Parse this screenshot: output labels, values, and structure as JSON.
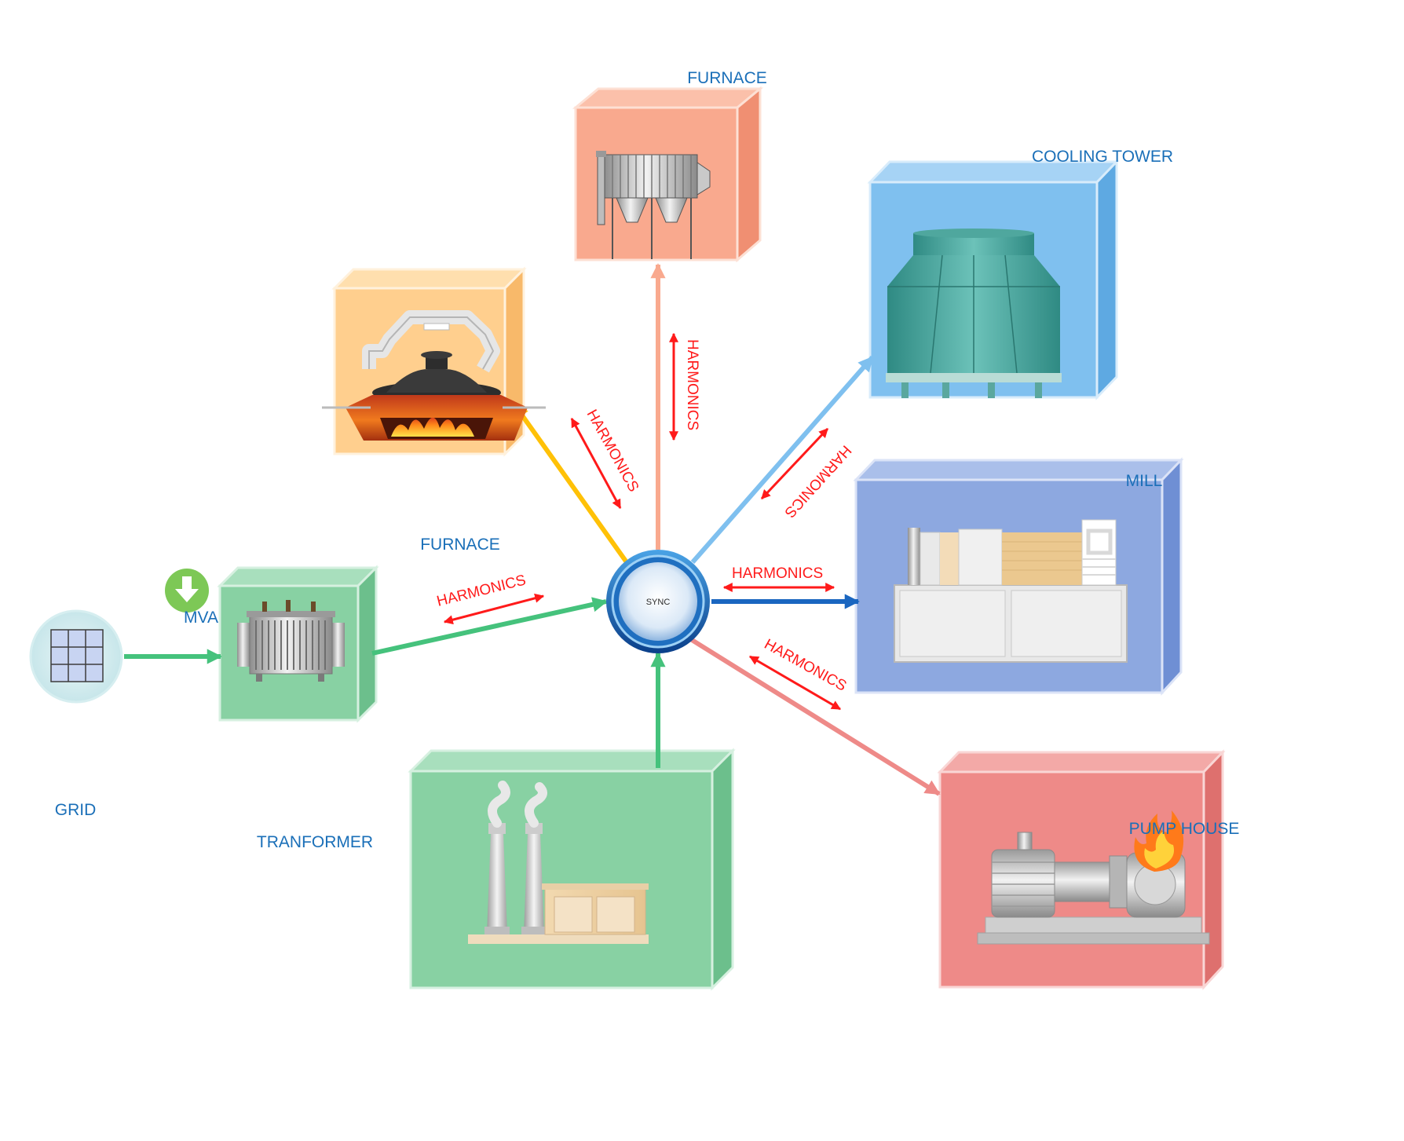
{
  "labels": {
    "furnace_top": "FURNACE",
    "cooling_tower": "COOLING TOWER",
    "furnace_left": "FURNACE",
    "mill": "MILL",
    "mva": "MVA",
    "grid": "GRID",
    "transformer": "TRANFORMER",
    "pump_house": "PUMP HOUSE",
    "sync": "SYNC"
  },
  "harmonics": {
    "transformer": "HARMONICS",
    "furnace_left": "HARMONICS",
    "furnace_top": "HARMONICS",
    "cooling_tower": "HARMONICS",
    "mill": "HARMONICS",
    "pump_house": "HARMONICS"
  },
  "colors": {
    "furnace_top_box": "#f9a98e",
    "cooling_tower_box": "#7fc0ef",
    "furnace_left_box": "#ffcf8e",
    "mill_box": "#8da8e0",
    "transformer_box": "#88d1a3",
    "plant_box": "#88d1a3",
    "pump_house_box": "#ee8a88",
    "harmonics": "#ff1a1a",
    "label": "#1a6fb8"
  }
}
